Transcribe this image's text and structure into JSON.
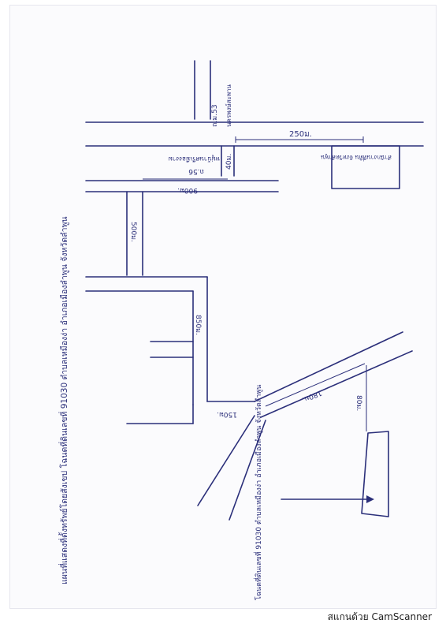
{
  "title": "แผนที่แสดงที่ตั้งทรัพย์โดยสังเขป โฉนดที่ดินเลขที่ 91030 ตำบลเหมืองง่า อำเภอเมืองลำพูน จังหวัดลำพูน",
  "labels": {
    "road_h53": "ถ.ม.53",
    "road_h53_note": "นครพงษ์สะพาน",
    "road_56": "ถ.56",
    "road_56_note": "หมู่บ้านศรีเมืองงาม",
    "office": "สำนักงานที่ดิน จังหวัดลำพูน",
    "parcel_note": "โฉนดที่ดินเลขที่ 91030 ตำบลเหมืองง่า อำเภอเมืองลำพูน จังหวัดลำพูน"
  },
  "distances": {
    "d250": "250ม.",
    "d40": "40ม.",
    "d900": "900ม.",
    "d500": "500ม.",
    "d850": "850ม.",
    "d150": "150ม.",
    "d180": "180ม.",
    "d80": "80ม."
  },
  "footer": "สแกนด้วย CamScanner",
  "colors": {
    "ink": "#2b2f7a",
    "paper": "#fbfbfd"
  }
}
